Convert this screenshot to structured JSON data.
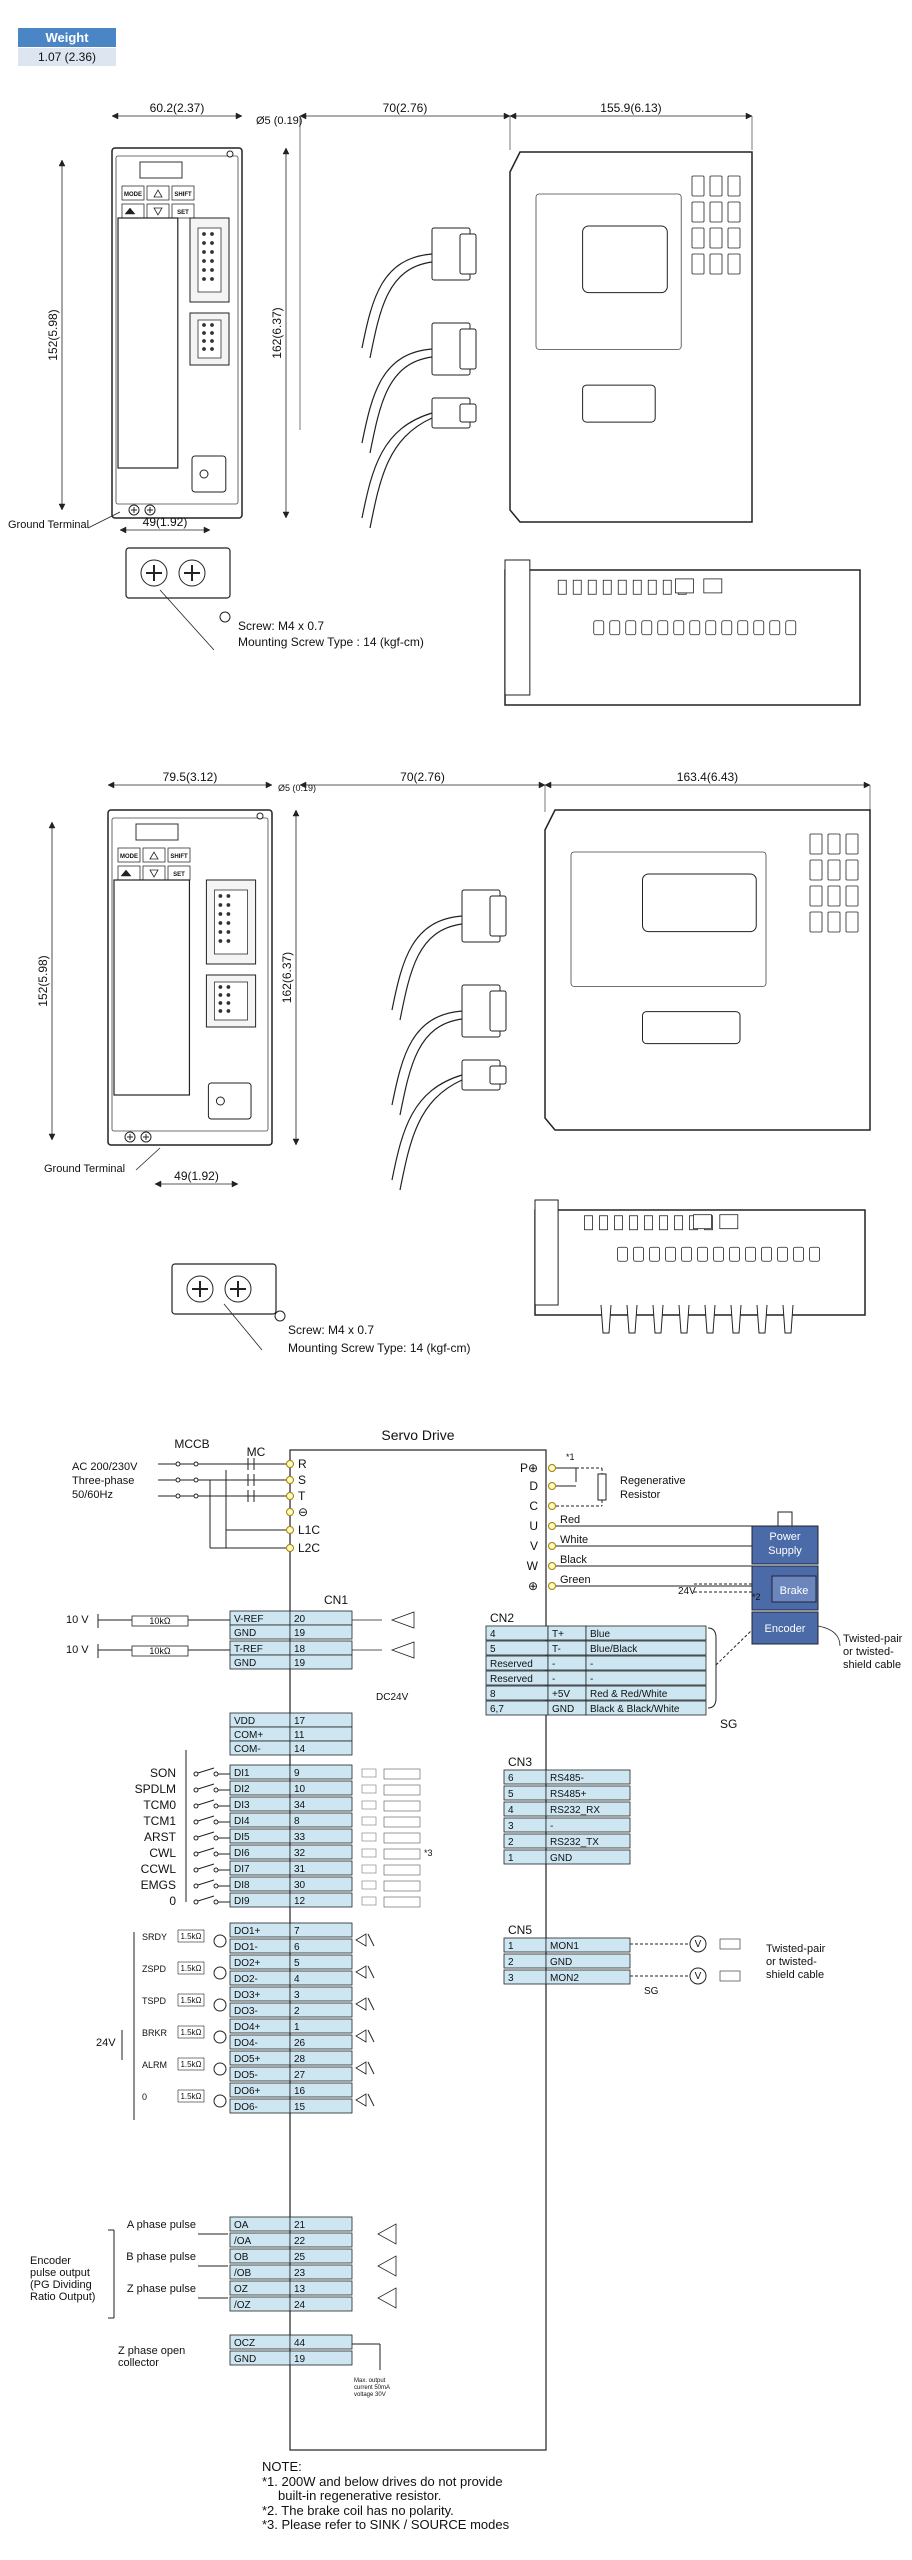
{
  "weight": {
    "label": "Weight",
    "value": "1.07 (2.36)"
  },
  "fig1": {
    "width_top": "60.2(2.37)",
    "hole_dia": "Ø5 (0.19)",
    "height_left": "152(5.98)",
    "height_right": "162(6.37)",
    "depth_cable": "70(2.76)",
    "depth_body": "155.9(6.13)",
    "bottom_width": "49(1.92)",
    "ground_terminal": "Ground Terminal",
    "screw": "Screw: M4 x 0.7",
    "mounting": "Mounting Screw Type : 14 (kgf-cm)"
  },
  "fig2": {
    "width_top": "79.5(3.12)",
    "hole_dia": "Ø5 (0.19)",
    "height_left": "152(5.98)",
    "height_right": "162(6.37)",
    "depth_cable": "70(2.76)",
    "depth_body": "163.4(6.43)",
    "bottom_width": "49(1.92)",
    "ground_terminal": "Ground Terminal",
    "screw": "Screw: M4 x 0.7",
    "mounting": "Mounting Screw Type: 14 (kgf-cm)"
  },
  "panel": {
    "mode": "MODE",
    "shift": "SHIFT",
    "set": "SET"
  },
  "wiring": {
    "title": "Servo Drive",
    "mccb": "MCCB",
    "mc": "MC",
    "supply": [
      "AC 200/230V",
      "Three-phase",
      "50/60Hz"
    ],
    "power_terminals": [
      "R",
      "S",
      "T",
      "⊖",
      "L1C",
      "L2C"
    ],
    "motor_terminals": [
      "P⊕",
      "D",
      "C",
      "U",
      "V",
      "W",
      "⊕"
    ],
    "motor_wire_colors": [
      "Red",
      "White",
      "Black",
      "Green"
    ],
    "regen": [
      "Regenerative",
      "Resistor"
    ],
    "note_star1": "*1",
    "note_star2": "*2",
    "note_star3": "*3",
    "motor": {
      "power": "Power Supply",
      "brake": "Brake",
      "encoder": "Encoder"
    },
    "brake_24v": "24V",
    "cn1": "CN1",
    "cn2": "CN2",
    "cn3": "CN3",
    "cn5": "CN5",
    "pot_voltage": "10 V",
    "pot_res": "10kΩ",
    "analog": [
      [
        "V-REF",
        "20"
      ],
      [
        "GND",
        "19"
      ],
      [
        "T-REF",
        "18"
      ],
      [
        "GND",
        "19"
      ]
    ],
    "dc24v": "DC24V",
    "power_rows": [
      [
        "VDD",
        "17"
      ],
      [
        "COM+",
        "11"
      ],
      [
        "COM-",
        "14"
      ]
    ],
    "di_rows": [
      [
        "SON",
        "DI1",
        "9"
      ],
      [
        "SPDLM",
        "DI2",
        "10"
      ],
      [
        "TCM0",
        "DI3",
        "34"
      ],
      [
        "TCM1",
        "DI4",
        "8"
      ],
      [
        "ARST",
        "DI5",
        "33"
      ],
      [
        "CWL",
        "DI6",
        "32"
      ],
      [
        "CCWL",
        "DI7",
        "31"
      ],
      [
        "EMGS",
        "DI8",
        "30"
      ],
      [
        "0",
        "DI9",
        "12"
      ]
    ],
    "do_rows": [
      [
        "DO1+",
        "7"
      ],
      [
        "DO1-",
        "6"
      ],
      [
        "DO2+",
        "5"
      ],
      [
        "DO2-",
        "4"
      ],
      [
        "DO3+",
        "3"
      ],
      [
        "DO3-",
        "2"
      ],
      [
        "DO4+",
        "1"
      ],
      [
        "DO4-",
        "26"
      ],
      [
        "DO5+",
        "28"
      ],
      [
        "DO5-",
        "27"
      ],
      [
        "DO6+",
        "16"
      ],
      [
        "DO6-",
        "15"
      ]
    ],
    "do_labels": [
      "SRDY",
      "ZSPD",
      "TSPD",
      "BRKR",
      "ALRM",
      "0"
    ],
    "do_res": "1.5kΩ",
    "do_supply": "24V",
    "enc_rows": [
      [
        "OA",
        "21"
      ],
      [
        "/OA",
        "22"
      ],
      [
        "OB",
        "25"
      ],
      [
        "/OB",
        "23"
      ],
      [
        "OZ",
        "13"
      ],
      [
        "/OZ",
        "24"
      ]
    ],
    "enc_phase": [
      "A phase pulse",
      "B phase pulse",
      "Z phase pulse"
    ],
    "enc_output": [
      "Encoder",
      "pulse output",
      "(PG Dividing",
      "Ratio Output)"
    ],
    "ocz_rows": [
      [
        "OCZ",
        "44"
      ],
      [
        "GND",
        "19"
      ]
    ],
    "z_open": [
      "Z phase open",
      "collector"
    ],
    "ocz_note": [
      "Max. output",
      "current 50mA",
      "voltage 30V"
    ],
    "cn2_rows": [
      [
        "4",
        "T+",
        "Blue"
      ],
      [
        "5",
        "T-",
        "Blue/Black"
      ],
      [
        "Reserved",
        "-",
        "-"
      ],
      [
        "Reserved",
        "-",
        "-"
      ],
      [
        "8",
        "+5V",
        "Red & Red/White"
      ],
      [
        "6,7",
        "GND",
        "Black & Black/White"
      ]
    ],
    "twisted1": [
      "Twisted-pair",
      "or twisted-",
      "shield cable"
    ],
    "sg": "SG",
    "cn3_rows": [
      [
        "6",
        "RS485-"
      ],
      [
        "5",
        "RS485+"
      ],
      [
        "4",
        "RS232_RX"
      ],
      [
        "3",
        "-"
      ],
      [
        "2",
        "RS232_TX"
      ],
      [
        "1",
        "GND"
      ]
    ],
    "cn5_rows": [
      [
        "1",
        "MON1"
      ],
      [
        "2",
        "GND"
      ],
      [
        "3",
        "MON2"
      ]
    ],
    "v": "V",
    "twisted2": [
      "Twisted-pair",
      "or twisted-",
      "shield cable"
    ]
  },
  "notes": {
    "title": "NOTE:",
    "items": [
      "*1. 200W and below drives do not provide",
      "    built-in regenerative resistor.",
      "*2. The brake coil has no polarity.",
      "*3. Please refer to SINK / SOURCE modes"
    ]
  }
}
